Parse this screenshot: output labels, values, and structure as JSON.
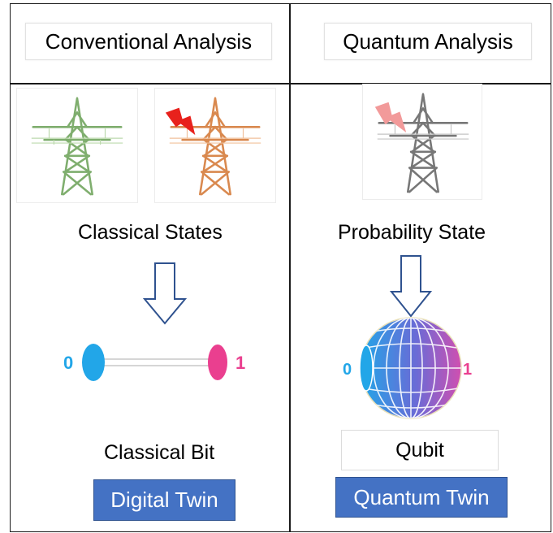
{
  "left_panel": {
    "header": "Conventional Analysis",
    "states_label": "Classical States",
    "bit_label": "Classical Bit",
    "twin_label": "Digital Twin",
    "bit_zero": "0",
    "bit_one": "1"
  },
  "right_panel": {
    "header": "Quantum Analysis",
    "states_label": "Probability State",
    "bit_label": "Qubit",
    "twin_label": "Quantum Twin",
    "bit_zero": "0",
    "bit_one": "1"
  },
  "colors": {
    "tower_normal": "#7fae6e",
    "tower_fault": "#d9894f",
    "tower_quantum": "#777777",
    "lightning_red": "#e8211c",
    "lightning_pink": "#f29a9a",
    "bit_zero": "#22a6e8",
    "bit_one": "#ea3f8f",
    "twin_button": "#4472c4",
    "arrow": "#2f528f"
  },
  "icons": [
    "tower-icon",
    "lightning-icon",
    "down-arrow-icon",
    "bloch-sphere-icon"
  ]
}
